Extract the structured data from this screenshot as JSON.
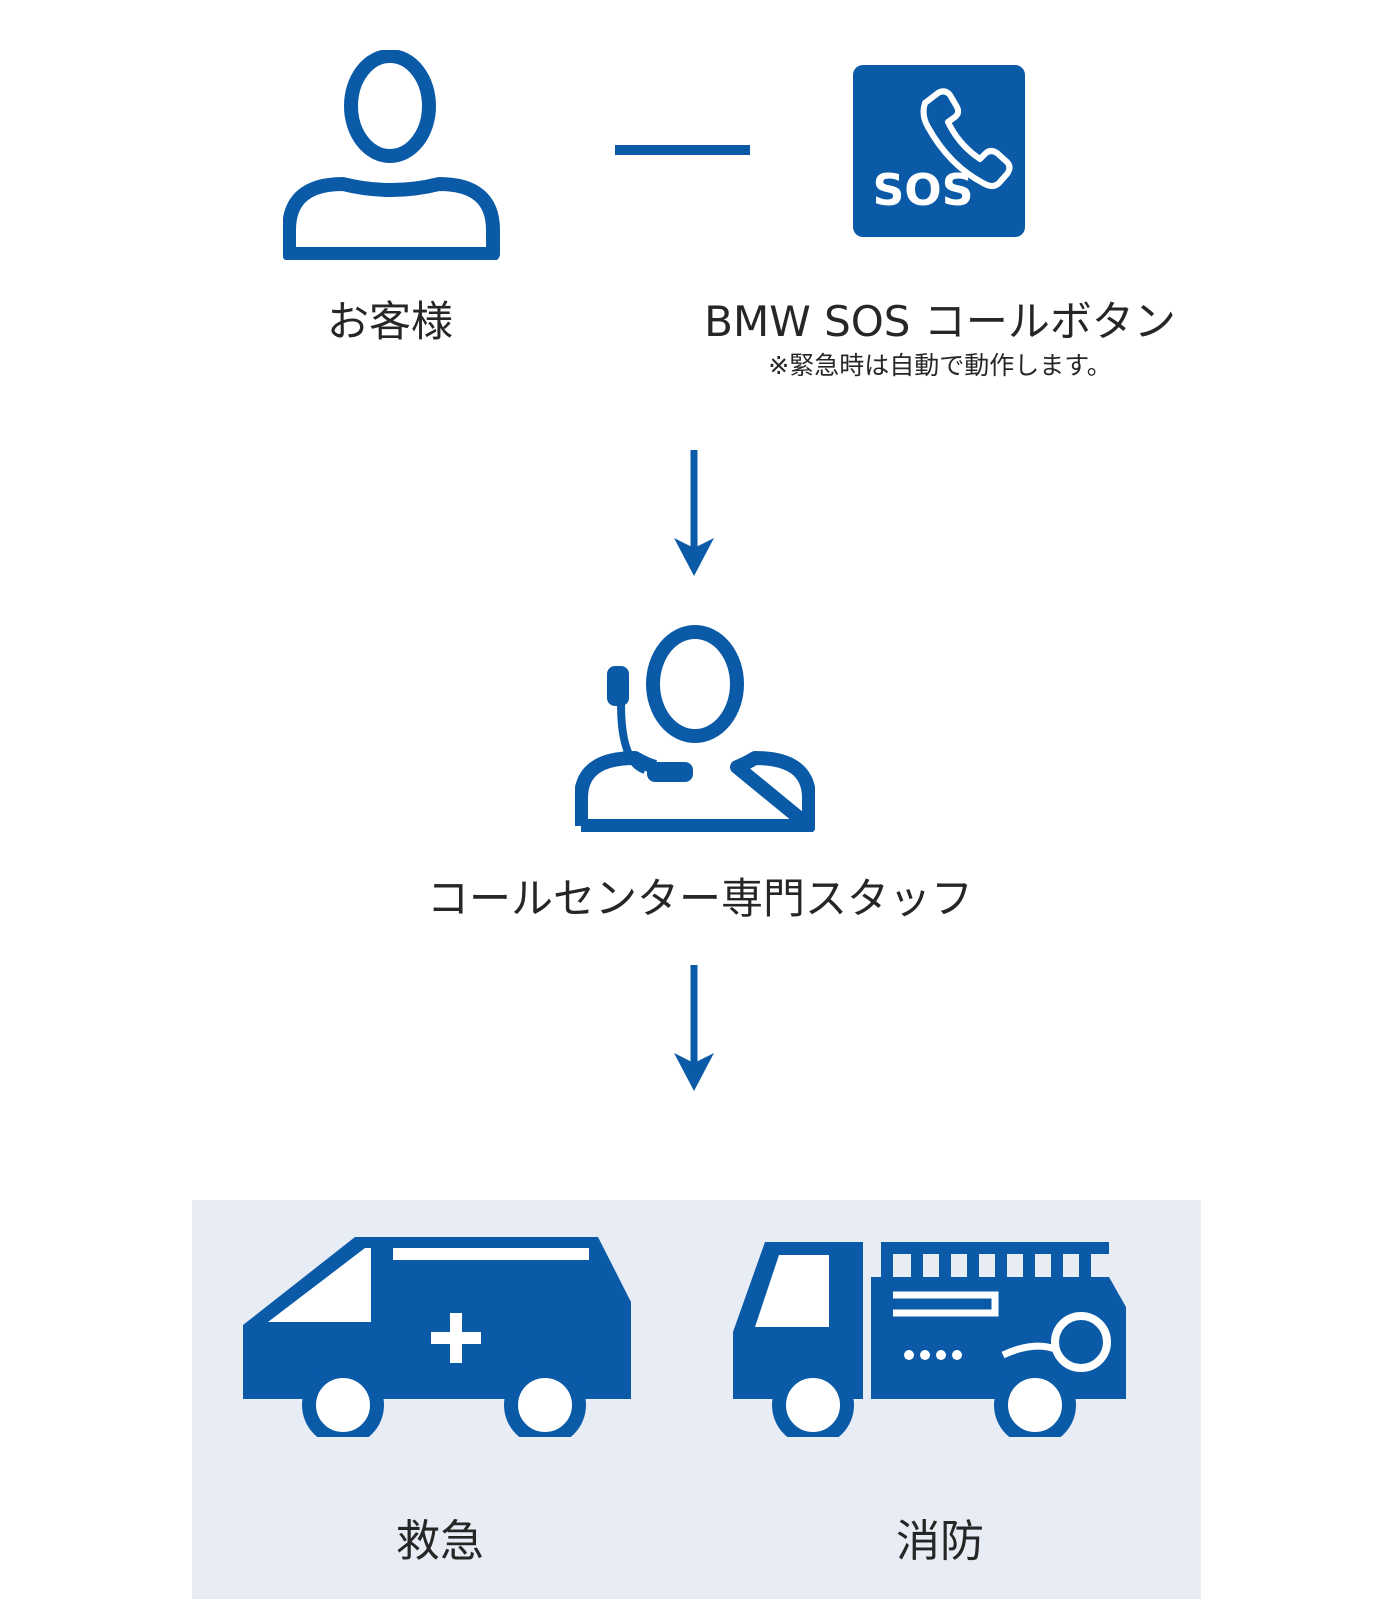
{
  "colors": {
    "accent": "#0a5aa8",
    "panel_bg": "#e8ecf5",
    "text": "#262626"
  },
  "customer": {
    "icon": "person-icon",
    "label": "お客様"
  },
  "sos_button": {
    "icon": "sos-phone-icon",
    "icon_text": "SOS",
    "label": "BMW SOS コールボタン",
    "note": "※緊急時は自動で動作します。"
  },
  "call_center": {
    "icon": "headset-operator-icon",
    "label": "コールセンター専門スタッフ"
  },
  "services": [
    {
      "icon": "ambulance-icon",
      "label": "救急"
    },
    {
      "icon": "fire-truck-icon",
      "label": "消防"
    }
  ]
}
